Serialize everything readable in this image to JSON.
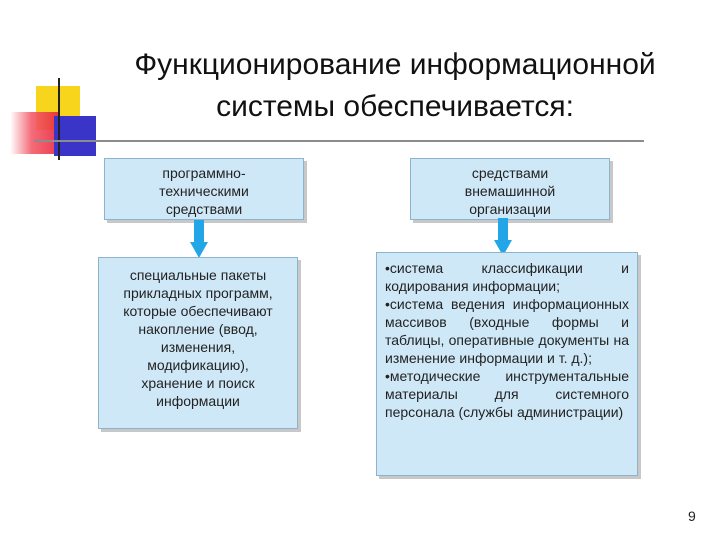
{
  "title": {
    "line1": "Функционирование информационной",
    "line2": "системы обеспечивается:"
  },
  "left_top": {
    "lines": [
      "программно-",
      "техническими",
      "средствами"
    ]
  },
  "right_top": {
    "lines": [
      "средствами",
      "внемашинной",
      "организации"
    ]
  },
  "left_bottom": {
    "lines": [
      "специальные пакеты",
      "прикладных программ,",
      "которые обеспечивают",
      "накопление (ввод,",
      "изменения,",
      "модификацию),",
      "хранение и поиск",
      "информации"
    ]
  },
  "right_bottom": {
    "items": [
      "система классификации и кодирования информации;",
      "система ведения информационных массивов (входные формы и таблицы, оперативные документы на изменение информации и т. д.);",
      "методические инструментальные материалы для системного персонала (службы администрации)"
    ]
  },
  "colors": {
    "box_fill": "#cfe8f7",
    "arrow": "#22a6e8",
    "logo_yellow": "#f7d51c",
    "logo_red": "#e8283d",
    "logo_blue": "#3a34c8"
  },
  "page_number": "9"
}
